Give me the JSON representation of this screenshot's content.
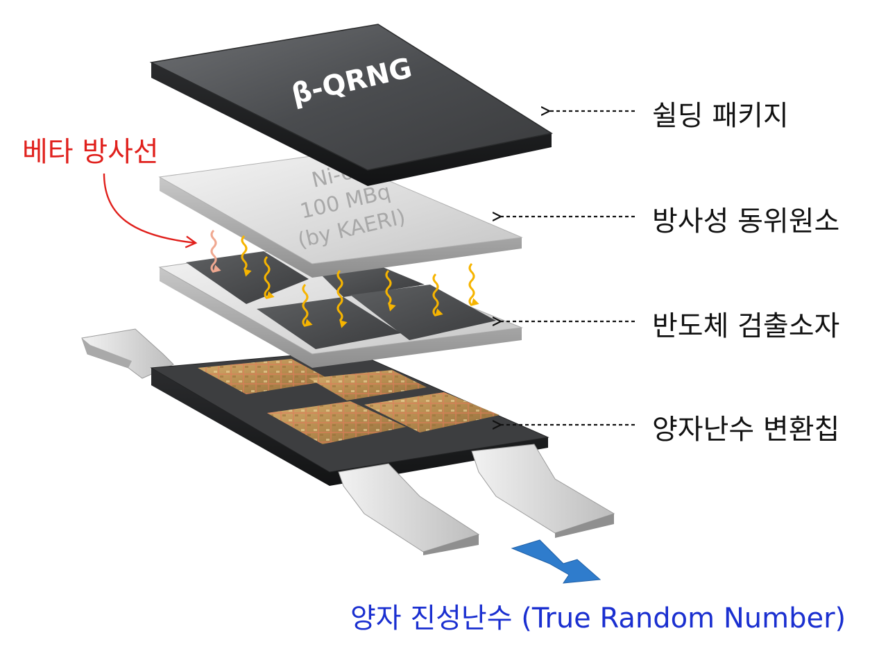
{
  "package": {
    "chip_text": "β-QRNG",
    "isotope_lines": [
      "Ni-63",
      "100 MBq",
      "(by KAERI)"
    ]
  },
  "labels": {
    "shielding_package": "쉴딩 패키지",
    "radioactive_isotope": "방사성 동위원소",
    "semiconductor_detector": "반도체 검출소자",
    "quantum_rng_chip": "양자난수 변환칩",
    "beta_radiation": "베타 방사선",
    "output": "양자 진성난수 (True Random Number)"
  },
  "colors": {
    "beta_label": "#e0201c",
    "output_label": "#1a2fd0",
    "arrow_blue": "#2f7ccc",
    "radiation_wave": "#f6b400"
  }
}
